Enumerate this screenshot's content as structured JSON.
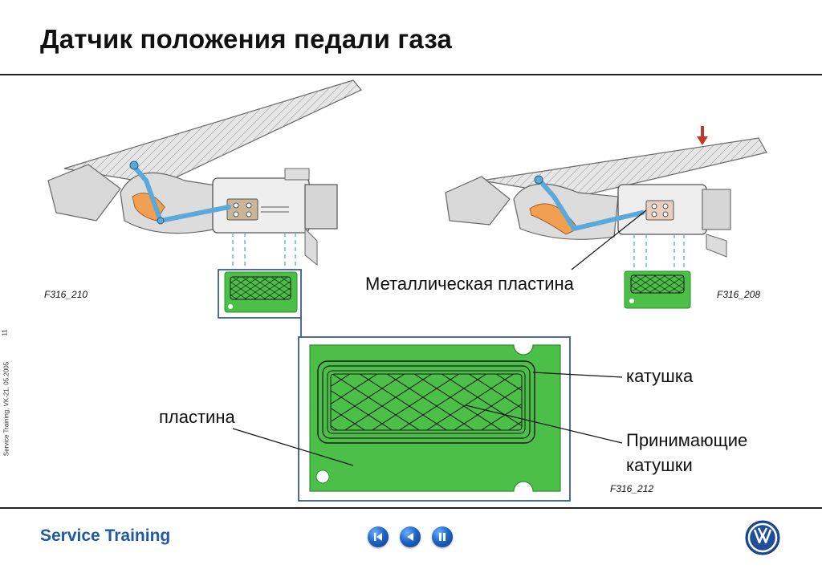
{
  "slide": {
    "title": "Датчик положения педали газа",
    "page_number": "11",
    "side_note": "Service Training, VK-21, 05.2005"
  },
  "figures": {
    "left_code": "F316_210",
    "right_code": "F316_208",
    "detail_code": "F316_212"
  },
  "callouts": {
    "metal_plate": "Металлическая пластина",
    "coil": "катушка",
    "receiving_coils_1": "Принимающие",
    "receiving_coils_2": "катушки",
    "plate": "пластина"
  },
  "footer": {
    "brand": "Service Training"
  },
  "colors": {
    "board_green": "#4bbf48",
    "board_dark": "#2f8f2f",
    "frame_blue": "#3a5a9a",
    "linkage_blue": "#5aa9d9",
    "sensor_orange": "#f0a050",
    "arrow_red": "#c0392b",
    "brand_blue": "#1f5aa6"
  },
  "icons": {
    "first_button": "skip-back-icon",
    "back_button": "back-icon",
    "pause_button": "pause-icon",
    "logo": "vw-logo"
  }
}
